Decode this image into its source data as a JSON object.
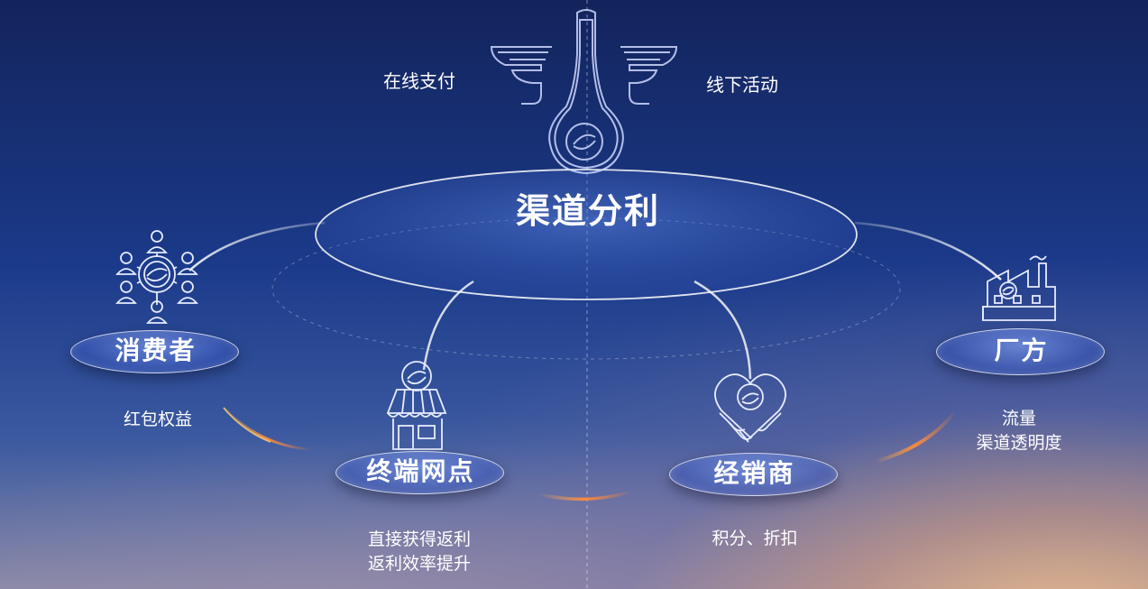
{
  "center": {
    "title": "渠道分利",
    "left_label": "在线支付",
    "right_label": "线下活动"
  },
  "nodes": {
    "consumer": {
      "label": "消费者",
      "desc": [
        "红包权益"
      ]
    },
    "terminal": {
      "label": "终端网点",
      "desc": [
        "直接获得返利",
        "返利效率提升"
      ]
    },
    "distributor": {
      "label": "经销商",
      "desc": [
        "积分、折扣"
      ]
    },
    "manufacturer": {
      "label": "厂方",
      "desc": [
        "流量",
        "渠道透明度"
      ]
    }
  },
  "icons": [
    "bottle-wings-logo-icon",
    "people-network-icon",
    "storefront-icon",
    "handshake-heart-icon",
    "factory-icon"
  ]
}
